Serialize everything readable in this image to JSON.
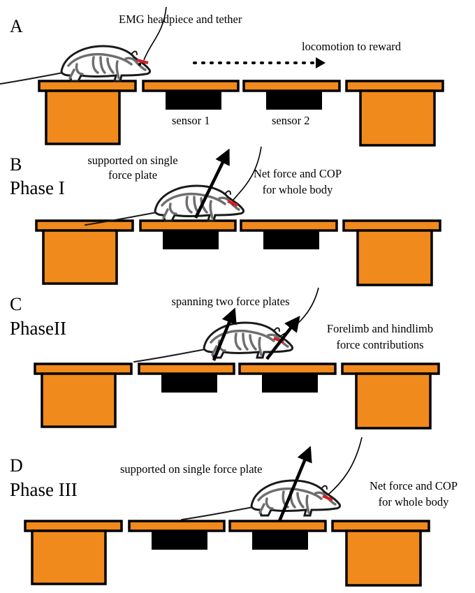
{
  "panels": [
    {
      "letter": "A",
      "phase": "",
      "notes": {
        "headpiece": "EMG headpiece and tether",
        "locomotion": "locomotion to reward"
      },
      "sensors": [
        "sensor 1",
        "sensor 2"
      ]
    },
    {
      "letter": "B",
      "phase": "Phase I",
      "notes": {
        "support": "supported on single",
        "support2": "force plate",
        "net": "Net force and COP",
        "net2": "for whole body"
      }
    },
    {
      "letter": "C",
      "phase": "PhaseII",
      "notes": {
        "span": "spanning two force plates",
        "limb": "Forelimb and hindlimb",
        "limb2": "force contributions"
      }
    },
    {
      "letter": "D",
      "phase": "Phase III",
      "notes": {
        "support": "supported on single force plate",
        "net": "Net force and COP",
        "net2": "for whole body"
      }
    }
  ],
  "colors": {
    "platform": "#F08A1C",
    "sensor": "#000000",
    "headpiece": "#d81e1e",
    "skeleton": "#6e6e6e"
  },
  "icons": [
    "rat-illustration",
    "force-vector-arrow",
    "tether-line",
    "dotted-locomotion-arrow"
  ]
}
